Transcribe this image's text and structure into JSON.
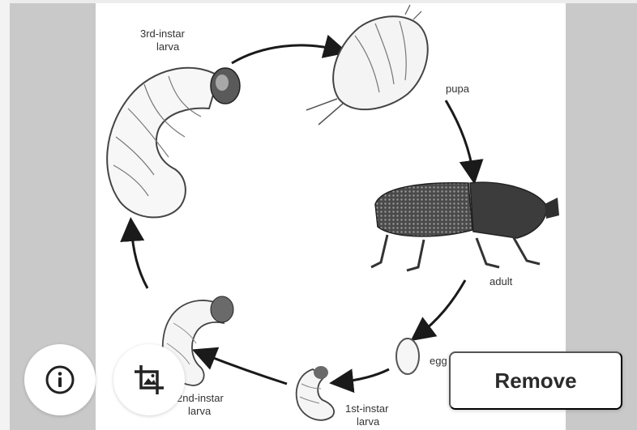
{
  "image": {
    "labels": {
      "third_instar": [
        "3rd-instar",
        "larva"
      ],
      "pupa": "pupa",
      "adult": "adult",
      "egg": "egg",
      "first_instar": [
        "1st-instar",
        "larva"
      ],
      "second_instar": [
        "2nd-instar",
        "larva"
      ]
    }
  },
  "controls": {
    "info_icon": "info-icon",
    "crop_icon": "crop-image-icon",
    "remove_label": "Remove"
  },
  "colors": {
    "side_band": "#c9c9c9",
    "button_bg": "#ffffff",
    "text": "#2b2b2b"
  }
}
